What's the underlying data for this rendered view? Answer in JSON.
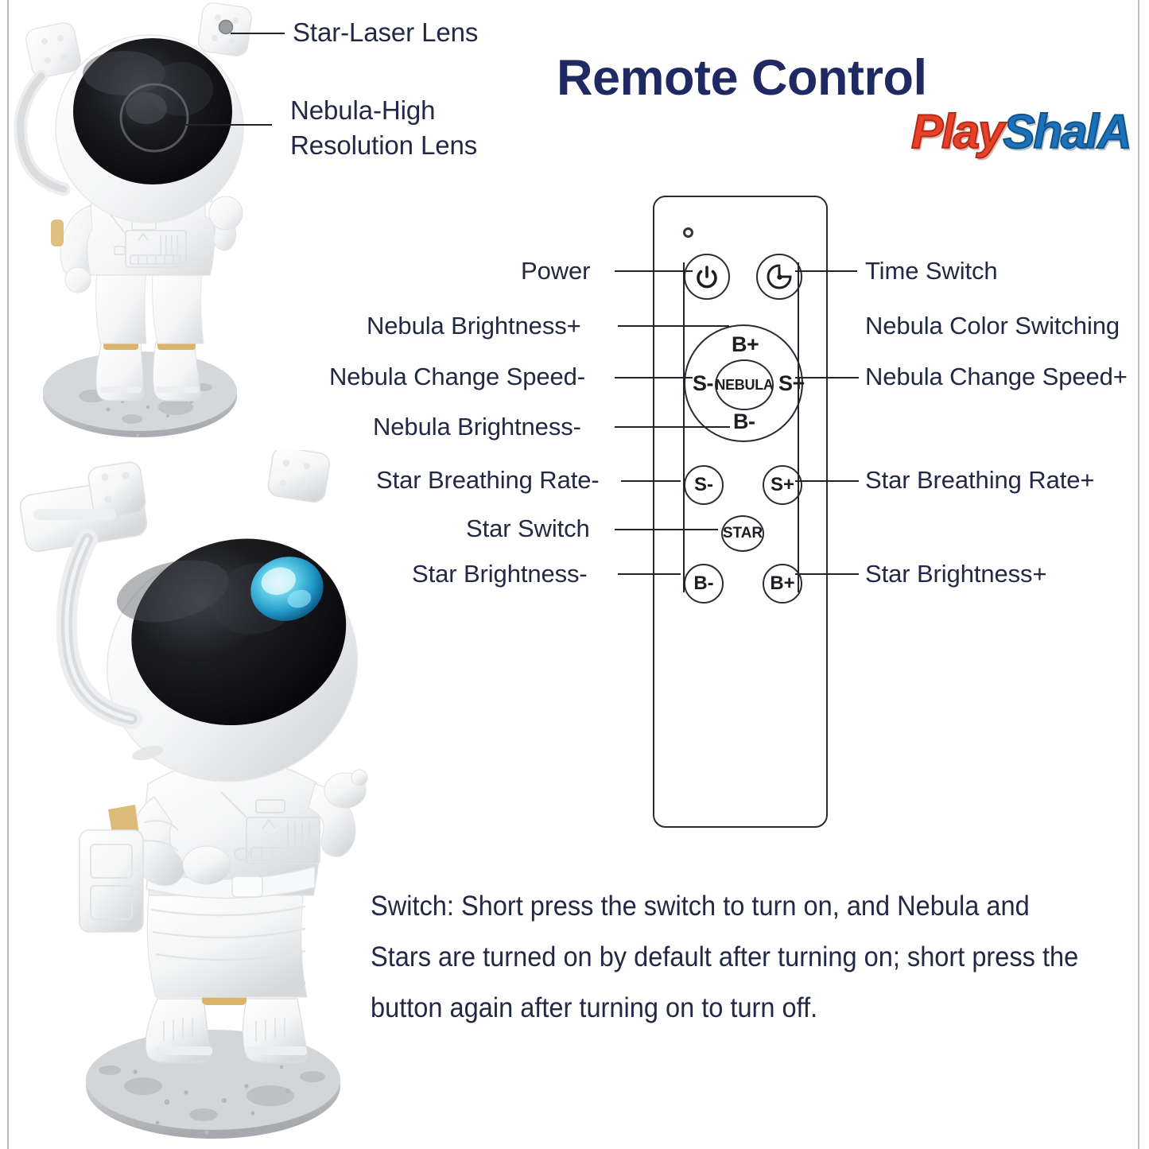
{
  "header": {
    "title": "Remote Control",
    "brand_play": "Play",
    "brand_shala": "ShalA"
  },
  "product_callouts": [
    {
      "name": "star-laser-lens",
      "label": "Star-Laser Lens"
    },
    {
      "name": "nebula-lens",
      "label_line1": "Nebula-High",
      "label_line2": "Resolution Lens"
    }
  ],
  "remote": {
    "led_indicator": "led-indicator",
    "buttons": {
      "power": {
        "glyph": "power-icon",
        "left_label": "Power"
      },
      "time": {
        "glyph": "timer-icon",
        "right_label": "Time Switch"
      },
      "pad": {
        "center": "NEBULA",
        "center_right_label": "Nebula Color Switching",
        "up": "B+",
        "up_left_label": "Nebula Brightness+",
        "left": "S-",
        "left_label": "Nebula Change Speed-",
        "right": "S+",
        "right_label": "Nebula Change Speed+",
        "down": "B-",
        "down_left_label": "Nebula Brightness-"
      },
      "star_speed_minus": {
        "glyph": "S-",
        "left_label": "Star Breathing Rate-"
      },
      "star_speed_plus": {
        "glyph": "S+",
        "right_label": "Star Breathing Rate+"
      },
      "star_switch": {
        "glyph": "STAR",
        "left_label": "Star Switch"
      },
      "star_bright_minus": {
        "glyph": "B-",
        "left_label": "Star Brightness-"
      },
      "star_bright_plus": {
        "glyph": "B+",
        "right_label": "Star Brightness+"
      }
    }
  },
  "instructions": {
    "switch_note": "Switch: Short press the switch to turn on, and Nebula and Stars are turned on by default after turning on; short press the button again after turning on to turn off."
  },
  "colors": {
    "title_navy": "#1f2a63",
    "label_navy": "#232944",
    "line_dark": "#22242c",
    "brand_red": "#e8412a",
    "brand_blue": "#1b72ba",
    "edge_gray": "#b9bbbd",
    "visor_black": "#141416",
    "nebula_blue": "#2fc4e8",
    "moon_gray": "#c9ccce",
    "body_white": "#fdfdfd",
    "accent_gold": "#d9b46a"
  }
}
